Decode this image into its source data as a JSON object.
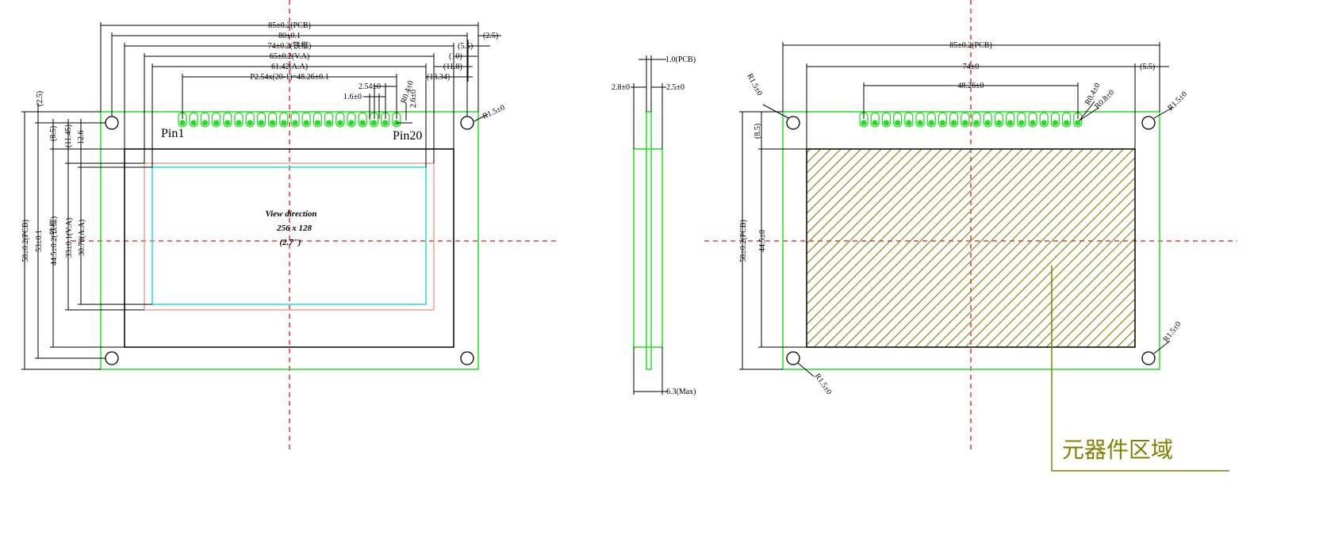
{
  "colors": {
    "outline": "#22dd22",
    "dimension": "#000000",
    "centerline": "#ee1111",
    "bezel": "#f0a090",
    "active_area": "#22dddd",
    "hatch": "#808000",
    "callout": "#808000"
  },
  "front_view": {
    "top_dims": {
      "pcb_width": "85±0.2(PCB)",
      "hole_pitch": "80±0.1",
      "frame_width": "74±0.2(铁框)",
      "va_width": "65±0.2(V.A)",
      "aa_width": "61.42(A.A)",
      "pin_span": "P2.54x(20-1)=48.26±0.1"
    },
    "right_dims": {
      "d1": "(2.5)",
      "d2": "(5.5)",
      "d3": "(10)",
      "d4": "(11.8)",
      "d5": "(13.34)"
    },
    "pin_dims": {
      "pitch": "2.54±0",
      "hole": "1.6±0",
      "pad_radius": "R0.4±0",
      "pad_height": "2.6±0",
      "corner_radius": "R1.5±0"
    },
    "left_dims": {
      "top_offset": "(2.5)",
      "d_85": "(8.5)",
      "d_1145": "(11.45)",
      "d_126": "12.6",
      "pcb_height": "58±0.2(PCB)",
      "hole_pitch": "53±0.1",
      "frame_height": "44.5±0.2(铁框)",
      "va_height": "33±0.1(V.A)",
      "aa_height": "30.78(A.A)"
    },
    "pin_first": "Pin1",
    "pin_last": "Pin20",
    "view_direction": "View direction",
    "resolution": "256 x 128",
    "diagonal": "(2.7\")"
  },
  "side_view": {
    "pcb_thickness": "1.0(PCB)",
    "left_thickness": "2.8±0",
    "right_thickness": "2.5±0",
    "max_thickness": "6.3(Max)"
  },
  "back_view": {
    "pcb_width": "85±0.2(PCB)",
    "frame_width": "74±0",
    "right_offset": "(5.5)",
    "pin_span": "48.26±0",
    "pad_radius_1": "R0.4±0",
    "pad_radius_2": "R0.8±0",
    "corner_tl": "R1.5±0",
    "corner_tr": "R1.5±0",
    "corner_br": "R1.5±0",
    "corner_bl": "R1.5±0",
    "left_offset": "(8.5)",
    "pcb_height": "58±0.2(PCB)",
    "frame_height": "44.5±0",
    "component_area": "元器件区域"
  }
}
